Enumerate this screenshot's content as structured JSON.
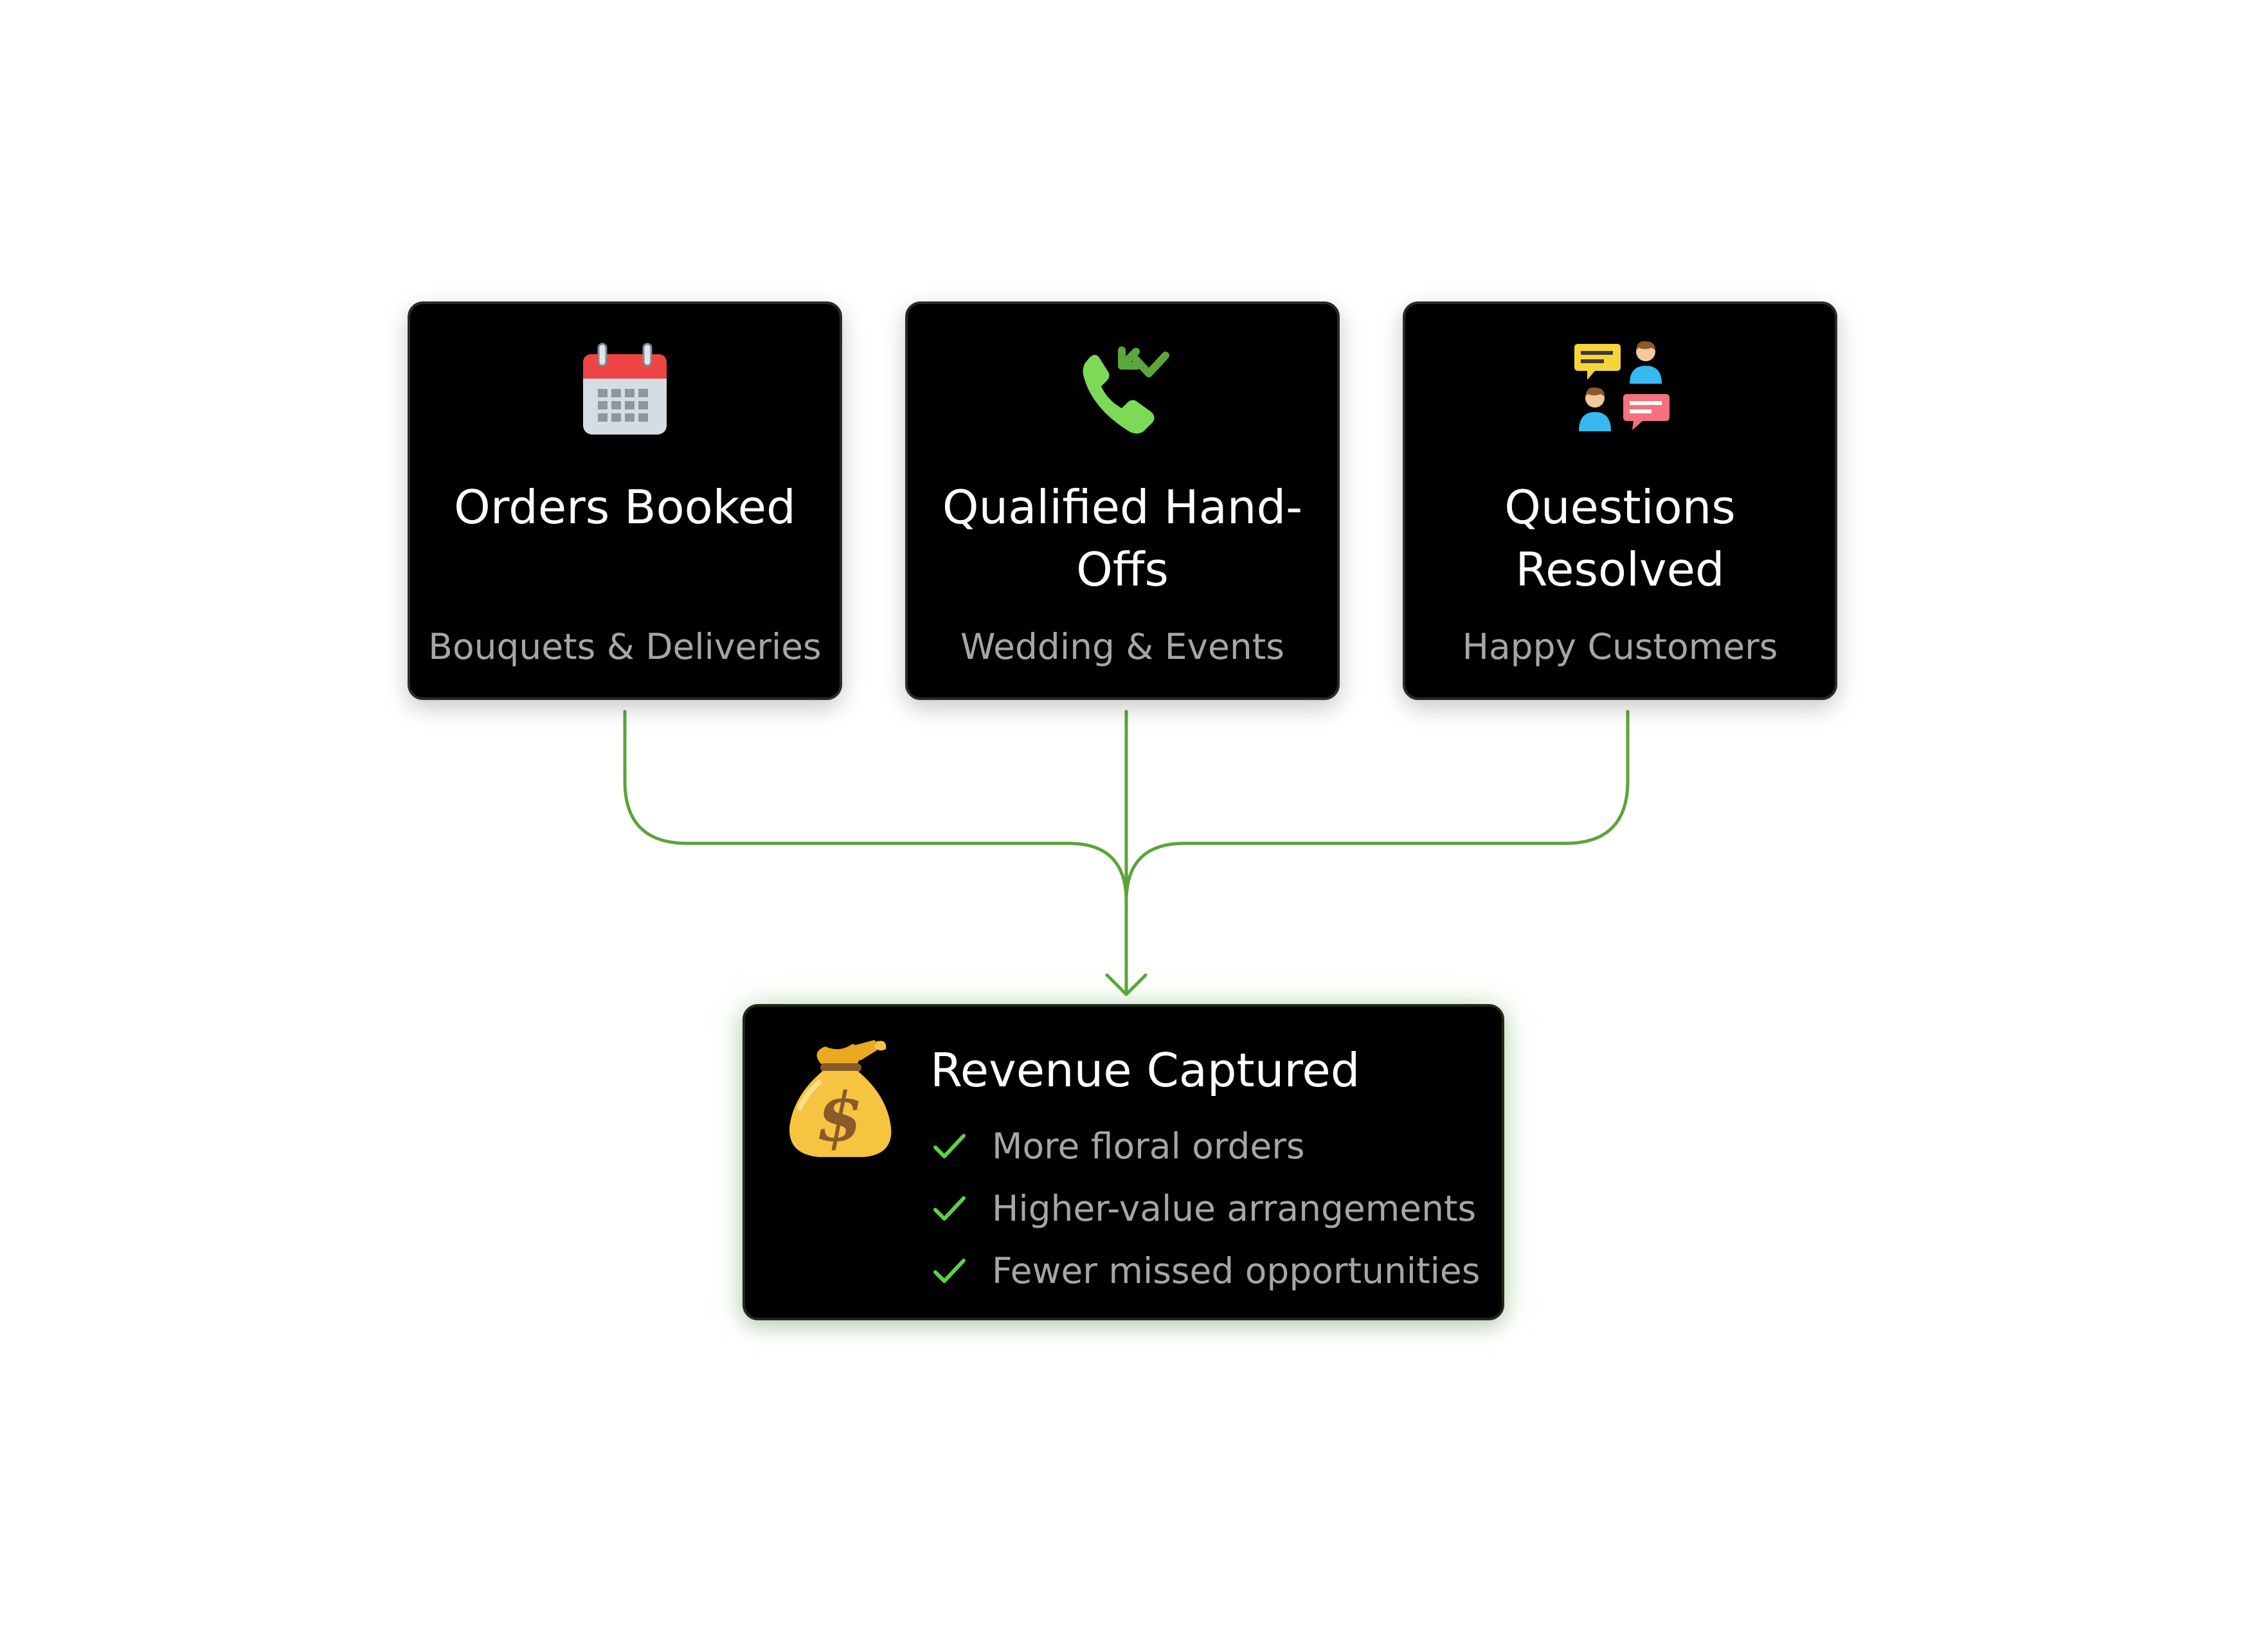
{
  "colors": {
    "background": "#ffffff",
    "card": "#000000",
    "title_text": "#ffffff",
    "subtitle_text": "#a6a6a6",
    "connector": "#5da33a",
    "check": "#5fd04a"
  },
  "sources": [
    {
      "title": "Orders Booked",
      "subtitle": "Bouquets & Deliveries",
      "icon": "calendar-icon"
    },
    {
      "title": "Qualified Hand-Offs",
      "subtitle": "Wedding & Events",
      "icon": "incoming-call-icon"
    },
    {
      "title": "Questions Resolved",
      "subtitle": "Happy Customers",
      "icon": "conversation-icon"
    }
  ],
  "outcome": {
    "title": "Revenue Captured",
    "icon": "money-bag-icon",
    "check_icon": "checkmark-icon",
    "benefits": [
      "More floral orders",
      "Higher-value arrangements",
      "Fewer missed opportunities"
    ]
  }
}
